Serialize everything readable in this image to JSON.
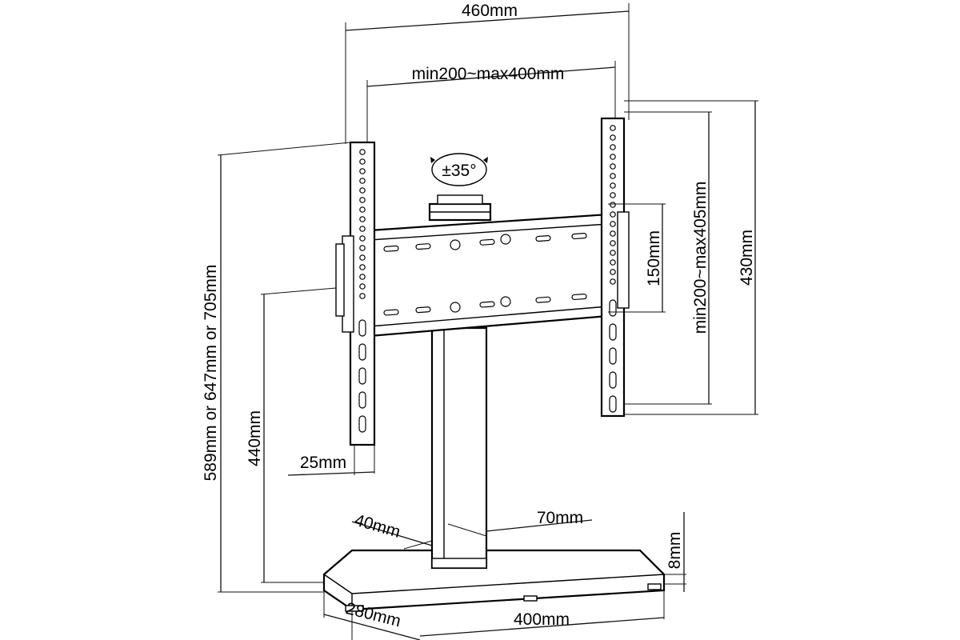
{
  "dimensions": {
    "overall_width": "460mm",
    "vesa_width": "min200~max400mm",
    "rotation": "±35°",
    "plate_height": "150mm",
    "vesa_height": "min200~max405mm",
    "bracket_height": "430mm",
    "total_height": "589mm or 647mm or 705mm",
    "column_height": "440mm",
    "arm_width": "25mm",
    "column_depth": "40mm",
    "column_width": "70mm",
    "base_thickness": "8mm",
    "base_depth": "280mm",
    "base_width": "400mm"
  }
}
